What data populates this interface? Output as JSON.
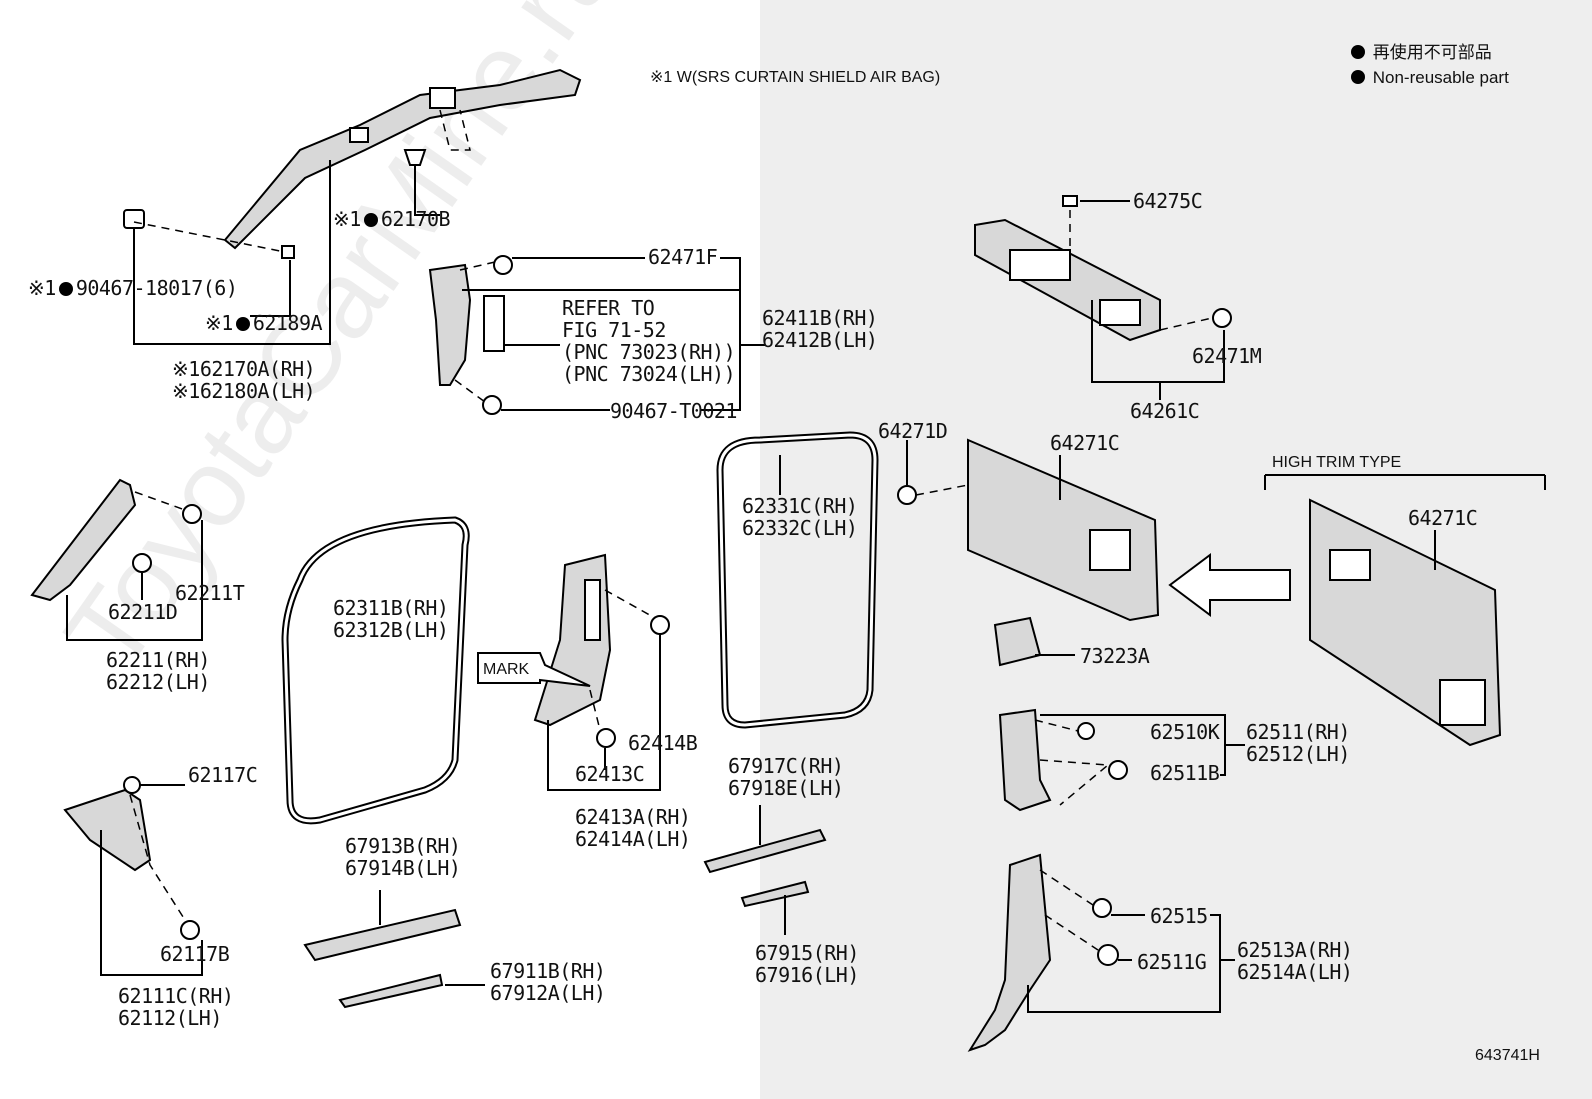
{
  "legend": {
    "jp": "再使用不可部品",
    "en": "Non-reusable part"
  },
  "footnote": "※1 W(SRS CURTAIN SHIELD AIR BAG)",
  "watermark": "ToyotaCarMine.ru",
  "diagram_id": "643741H",
  "high_trim_label": "HIGH TRIM TYPE",
  "mark_label": "MARK",
  "parts": {
    "p62170B": "62170B",
    "p90467_18017": "90467-18017(6)",
    "p62189A": "62189A",
    "p62170A": "62170A(RH)",
    "p62180A": "62180A(LH)",
    "p62471F": "62471F",
    "p62411B": "62411B(RH)",
    "p62412B": "62412B(LH)",
    "refer1": "REFER TO",
    "refer2": "FIG 71-52",
    "refer3": "(PNC 73023(RH))",
    "refer4": "(PNC 73024(LH))",
    "p90467_T0021": "90467-T0021",
    "p64275C": "64275C",
    "p62471M": "62471M",
    "p64261C": "64261C",
    "p64271D": "64271D",
    "p64271C_a": "64271C",
    "p64271C_b": "64271C",
    "p62331C": "62331C(RH)",
    "p62332C": "62332C(LH)",
    "p73223A": "73223A",
    "p62211T": "62211T",
    "p62211D": "62211D",
    "p62211": "62211(RH)",
    "p62212": "62212(LH)",
    "p62311B": "62311B(RH)",
    "p62312B": "62312B(LH)",
    "p62414B": "62414B",
    "p62413C": "62413C",
    "p62413A": "62413A(RH)",
    "p62414A": "62414A(LH)",
    "p62510K": "62510K",
    "p62511": "62511(RH)",
    "p62512": "62512(LH)",
    "p62511B": "62511B",
    "p62117C": "62117C",
    "p62117B": "62117B",
    "p62111C": "62111C(RH)",
    "p62112": "62112(LH)",
    "p67913B": "67913B(RH)",
    "p67914B": "67914B(LH)",
    "p67911B": "67911B(RH)",
    "p67912A": "67912A(LH)",
    "p67917C": "67917C(RH)",
    "p67918E": "67918E(LH)",
    "p67915": "67915(RH)",
    "p67916": "67916(LH)",
    "p62515": "62515",
    "p62511G": "62511G",
    "p62513A": "62513A(RH)",
    "p62514A": "62514A(LH)"
  },
  "markers": {
    "x1": "※1"
  }
}
